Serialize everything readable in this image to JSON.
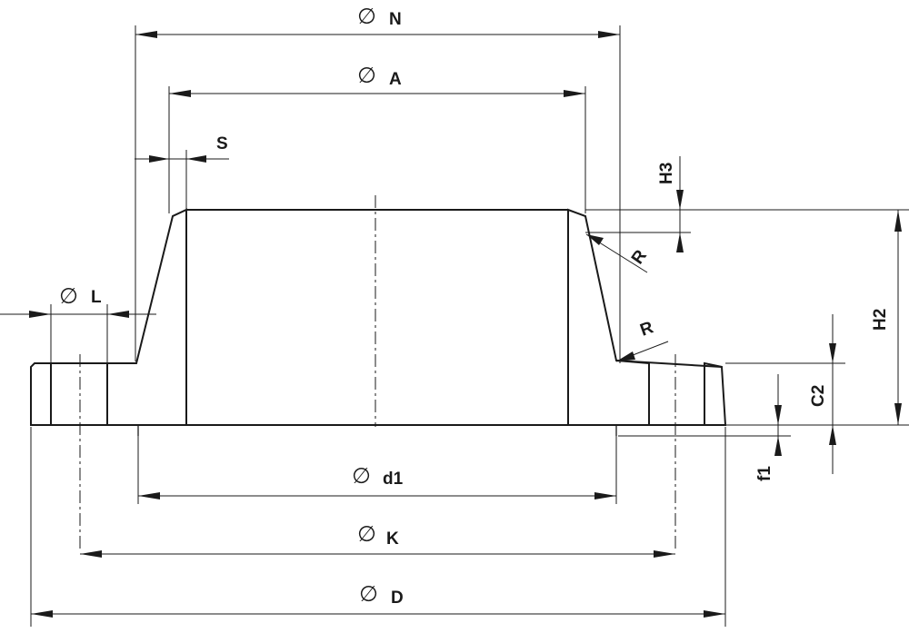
{
  "diagram": {
    "diameter_symbol": "∅",
    "labels": {
      "N": "N",
      "A": "A",
      "S": "S",
      "L": "L",
      "H3": "H3",
      "R_upper": "R",
      "R_lower": "R",
      "H2": "H2",
      "C2": "C2",
      "f1": "f1",
      "d1": "d1",
      "K": "K",
      "D": "D"
    }
  }
}
